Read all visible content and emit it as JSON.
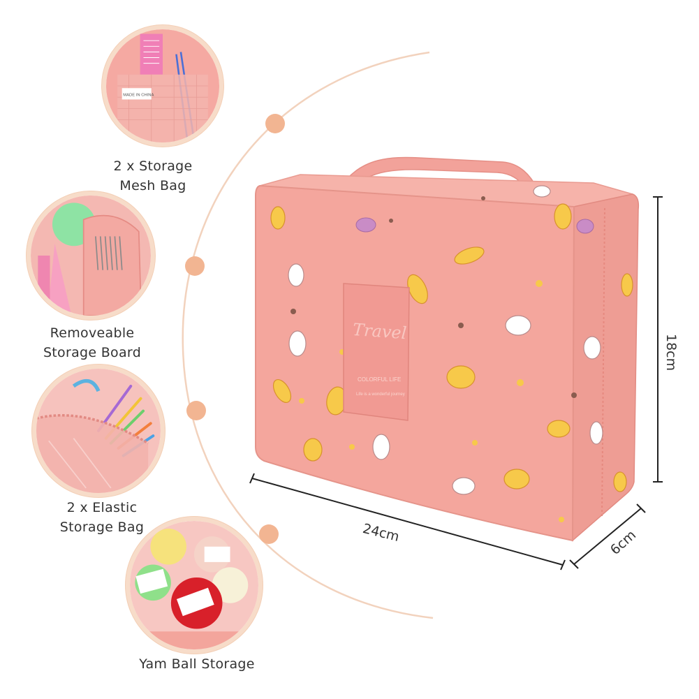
{
  "features": [
    {
      "line1": "2 x Storage",
      "line2": "Mesh Bag"
    },
    {
      "line1": "Removeable",
      "line2": "Storage Board"
    },
    {
      "line1": "2 x Elastic",
      "line2": "Storage Bag"
    },
    {
      "line1": "Yam Ball Storage",
      "line2": ""
    }
  ],
  "dimensions": {
    "width": "24cm",
    "height": "18cm",
    "depth": "6cm"
  },
  "bag_print": {
    "patch_text": "Travel",
    "patch_sub": "COLORFUL LIFE",
    "patch_small": "Life is a wonderful journey"
  },
  "mesh_tag": "MADE IN CHINA",
  "colors": {
    "bag_pink": "#f3a39a",
    "arc_peach": "#f2c3a2",
    "dot_orange": "#f2b592",
    "circle_ring": "#f7dcc9"
  }
}
